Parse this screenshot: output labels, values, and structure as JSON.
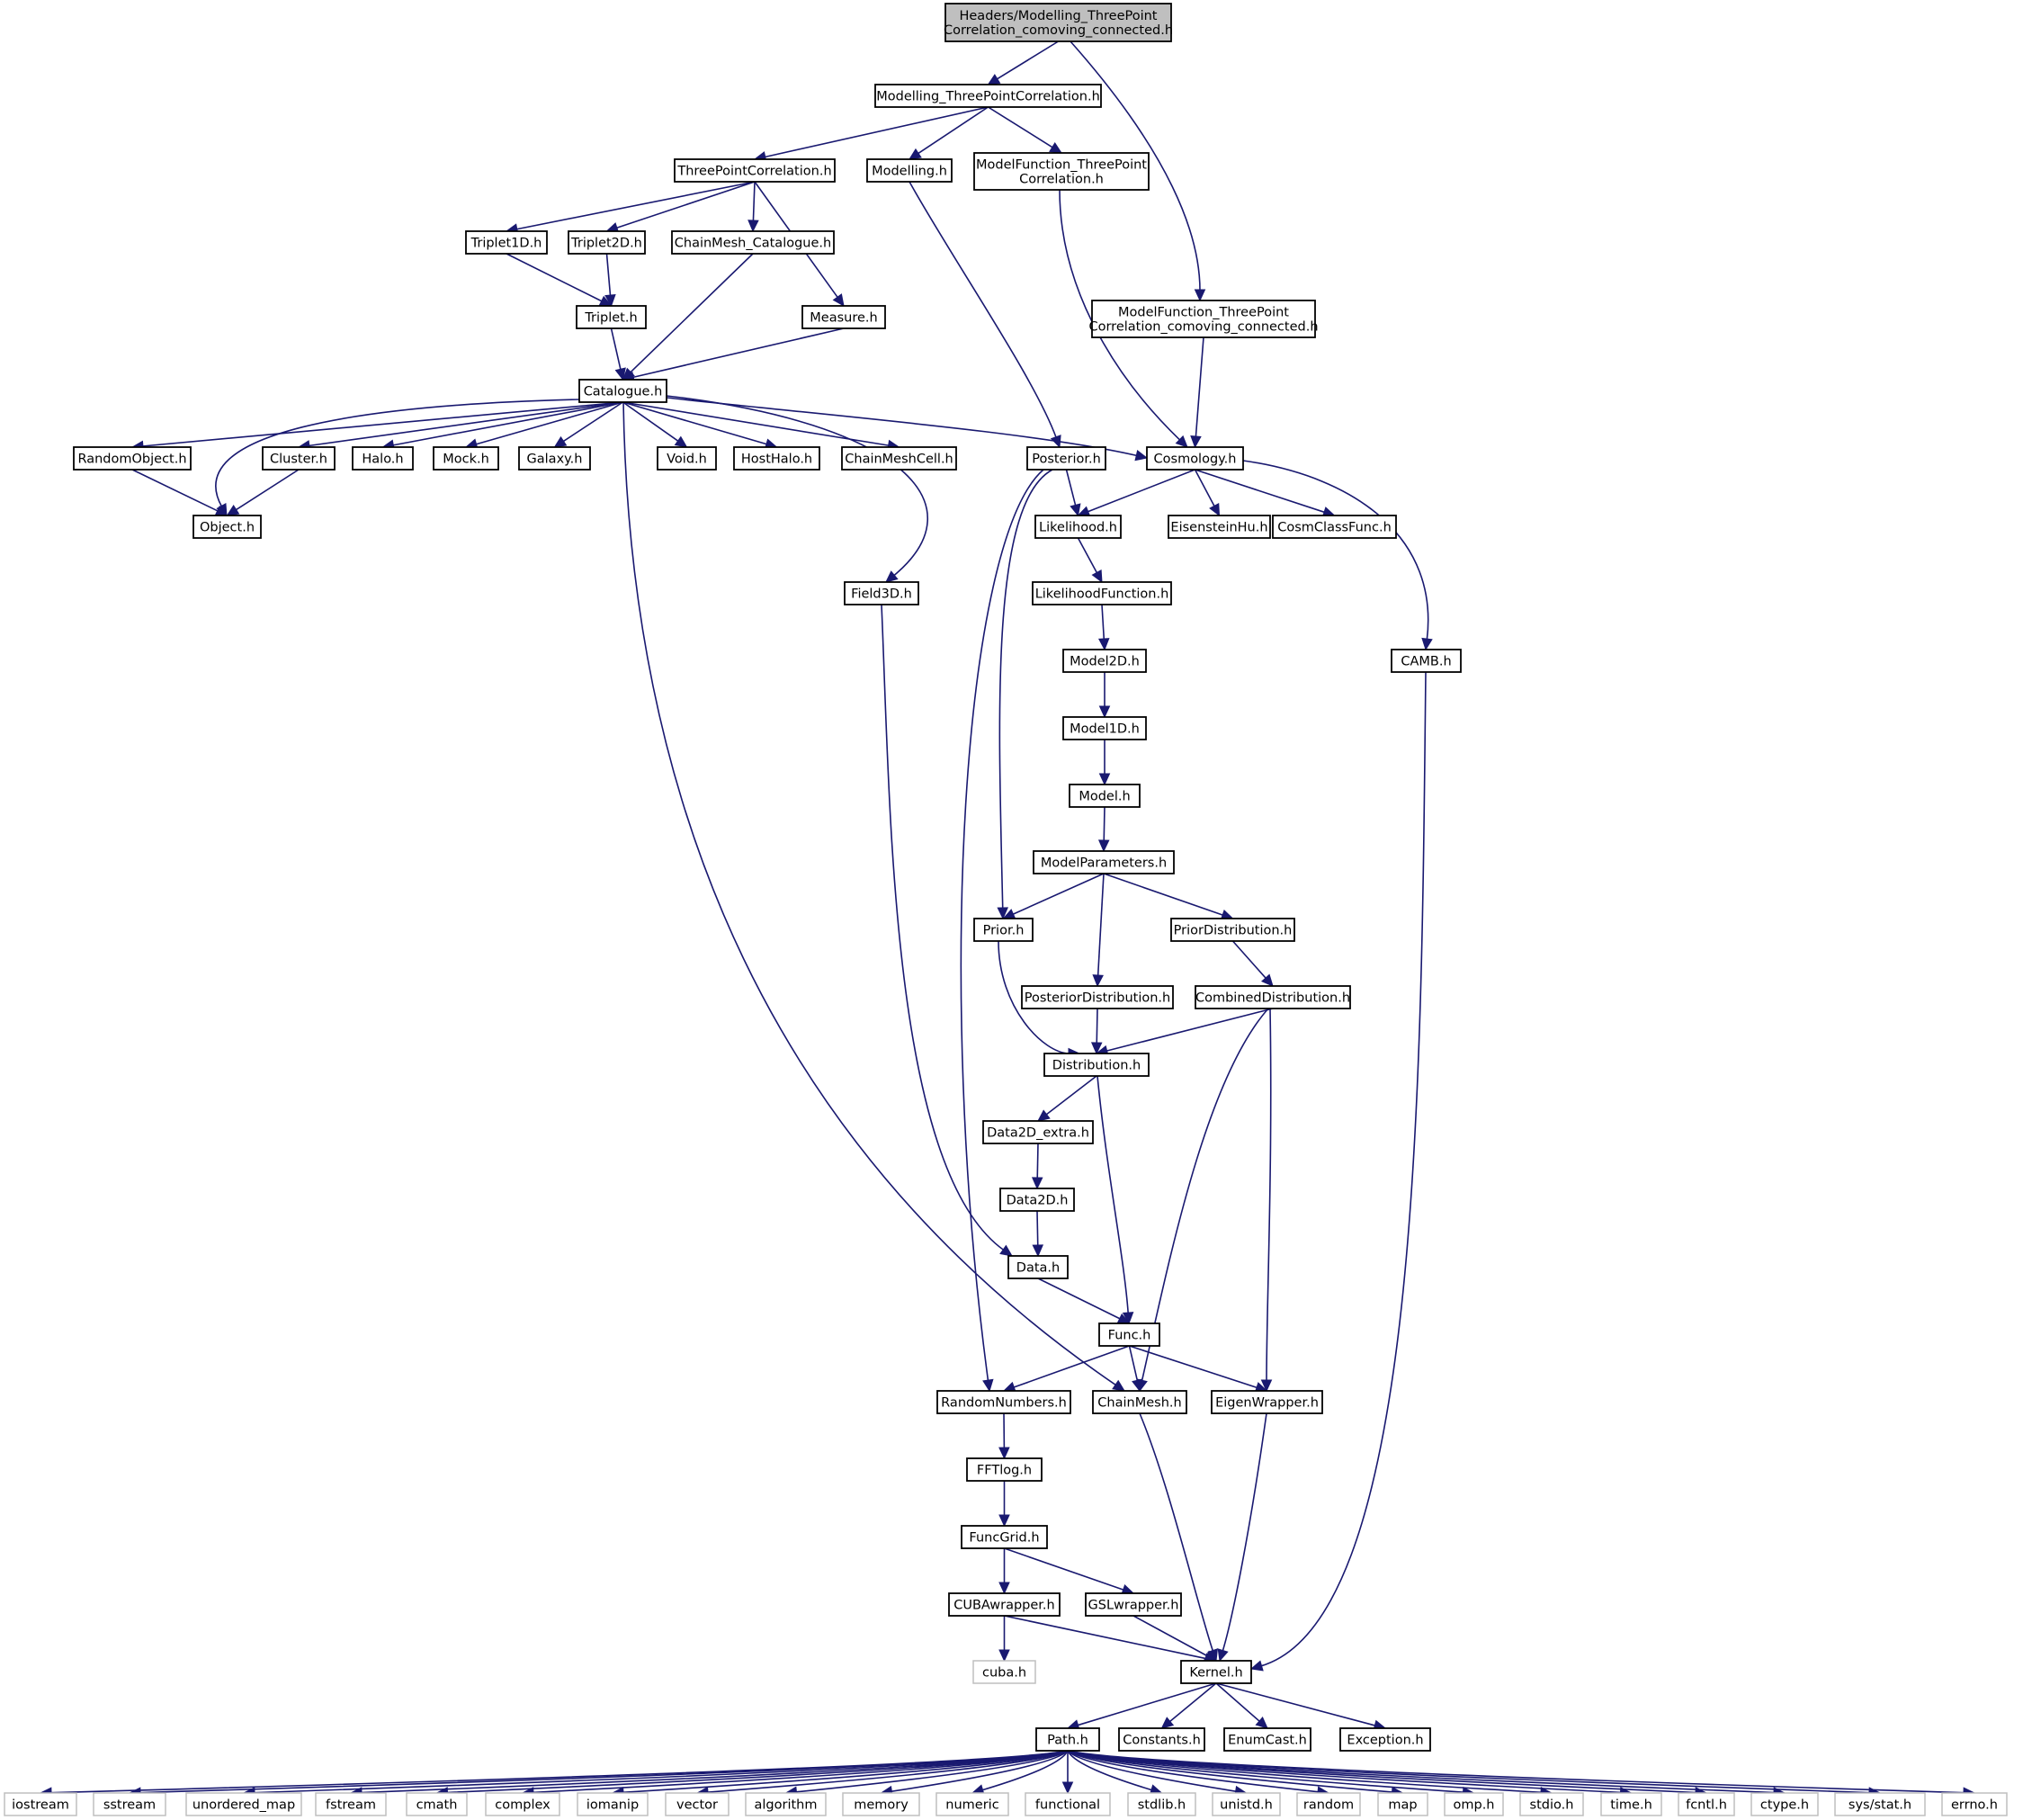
{
  "diagram": {
    "root": "Headers/Modelling_ThreePointCorrelation_comoving_connected.h",
    "nodes": [
      {
        "id": "root",
        "lines": [
          "Headers/Modelling_ThreePoint",
          "Correlation_comoving_connected.h"
        ],
        "kind": "root"
      },
      {
        "id": "m3pc",
        "lines": [
          "Modelling_ThreePointCorrelation.h"
        ]
      },
      {
        "id": "tpc",
        "lines": [
          "ThreePointCorrelation.h"
        ]
      },
      {
        "id": "modelling",
        "lines": [
          "Modelling.h"
        ]
      },
      {
        "id": "mf3pc",
        "lines": [
          "ModelFunction_ThreePoint",
          "Correlation.h"
        ]
      },
      {
        "id": "mf3pcc",
        "lines": [
          "ModelFunction_ThreePoint",
          "Correlation_comoving_connected.h"
        ]
      },
      {
        "id": "triplet1d",
        "lines": [
          "Triplet1D.h"
        ]
      },
      {
        "id": "triplet2d",
        "lines": [
          "Triplet2D.h"
        ]
      },
      {
        "id": "chainmeshcat",
        "lines": [
          "ChainMesh_Catalogue.h"
        ]
      },
      {
        "id": "triplet",
        "lines": [
          "Triplet.h"
        ]
      },
      {
        "id": "measure",
        "lines": [
          "Measure.h"
        ]
      },
      {
        "id": "catalogue",
        "lines": [
          "Catalogue.h"
        ]
      },
      {
        "id": "randomobject",
        "lines": [
          "RandomObject.h"
        ]
      },
      {
        "id": "cluster",
        "lines": [
          "Cluster.h"
        ]
      },
      {
        "id": "halo",
        "lines": [
          "Halo.h"
        ]
      },
      {
        "id": "mock",
        "lines": [
          "Mock.h"
        ]
      },
      {
        "id": "galaxy",
        "lines": [
          "Galaxy.h"
        ]
      },
      {
        "id": "void",
        "lines": [
          "Void.h"
        ]
      },
      {
        "id": "hosthalo",
        "lines": [
          "HostHalo.h"
        ]
      },
      {
        "id": "chainmeshcell",
        "lines": [
          "ChainMeshCell.h"
        ]
      },
      {
        "id": "posterior",
        "lines": [
          "Posterior.h"
        ]
      },
      {
        "id": "cosmology",
        "lines": [
          "Cosmology.h"
        ]
      },
      {
        "id": "object",
        "lines": [
          "Object.h"
        ]
      },
      {
        "id": "likelihood",
        "lines": [
          "Likelihood.h"
        ]
      },
      {
        "id": "eisensteinhu",
        "lines": [
          "EisensteinHu.h"
        ]
      },
      {
        "id": "cosmclassfunc",
        "lines": [
          "CosmClassFunc.h"
        ]
      },
      {
        "id": "field3d",
        "lines": [
          "Field3D.h"
        ]
      },
      {
        "id": "likelihoodfunction",
        "lines": [
          "LikelihoodFunction.h"
        ]
      },
      {
        "id": "model2d",
        "lines": [
          "Model2D.h"
        ]
      },
      {
        "id": "camb",
        "lines": [
          "CAMB.h"
        ]
      },
      {
        "id": "model1d",
        "lines": [
          "Model1D.h"
        ]
      },
      {
        "id": "model",
        "lines": [
          "Model.h"
        ]
      },
      {
        "id": "modelparameters",
        "lines": [
          "ModelParameters.h"
        ]
      },
      {
        "id": "prior",
        "lines": [
          "Prior.h"
        ]
      },
      {
        "id": "priordistribution",
        "lines": [
          "PriorDistribution.h"
        ]
      },
      {
        "id": "posteriordistribution",
        "lines": [
          "PosteriorDistribution.h"
        ]
      },
      {
        "id": "combineddistribution",
        "lines": [
          "CombinedDistribution.h"
        ]
      },
      {
        "id": "distribution",
        "lines": [
          "Distribution.h"
        ]
      },
      {
        "id": "data2dextra",
        "lines": [
          "Data2D_extra.h"
        ]
      },
      {
        "id": "data2d",
        "lines": [
          "Data2D.h"
        ]
      },
      {
        "id": "data",
        "lines": [
          "Data.h"
        ]
      },
      {
        "id": "func",
        "lines": [
          "Func.h"
        ]
      },
      {
        "id": "randomnumbers",
        "lines": [
          "RandomNumbers.h"
        ]
      },
      {
        "id": "chainmesh",
        "lines": [
          "ChainMesh.h"
        ]
      },
      {
        "id": "eigenwrapper",
        "lines": [
          "EigenWrapper.h"
        ]
      },
      {
        "id": "fftlog",
        "lines": [
          "FFTlog.h"
        ]
      },
      {
        "id": "funcgrid",
        "lines": [
          "FuncGrid.h"
        ]
      },
      {
        "id": "cubawrapper",
        "lines": [
          "CUBAwrapper.h"
        ]
      },
      {
        "id": "gslwrapper",
        "lines": [
          "GSLwrapper.h"
        ]
      },
      {
        "id": "cuba",
        "lines": [
          "cuba.h"
        ],
        "kind": "sys"
      },
      {
        "id": "kernel",
        "lines": [
          "Kernel.h"
        ]
      },
      {
        "id": "path",
        "lines": [
          "Path.h"
        ]
      },
      {
        "id": "constants",
        "lines": [
          "Constants.h"
        ]
      },
      {
        "id": "enumcast",
        "lines": [
          "EnumCast.h"
        ]
      },
      {
        "id": "exception",
        "lines": [
          "Exception.h"
        ]
      },
      {
        "id": "iostream",
        "lines": [
          "iostream"
        ],
        "kind": "sys"
      },
      {
        "id": "sstream",
        "lines": [
          "sstream"
        ],
        "kind": "sys"
      },
      {
        "id": "unordered_map",
        "lines": [
          "unordered_map"
        ],
        "kind": "sys"
      },
      {
        "id": "fstream",
        "lines": [
          "fstream"
        ],
        "kind": "sys"
      },
      {
        "id": "cmath",
        "lines": [
          "cmath"
        ],
        "kind": "sys"
      },
      {
        "id": "complex",
        "lines": [
          "complex"
        ],
        "kind": "sys"
      },
      {
        "id": "iomanip",
        "lines": [
          "iomanip"
        ],
        "kind": "sys"
      },
      {
        "id": "vector",
        "lines": [
          "vector"
        ],
        "kind": "sys"
      },
      {
        "id": "algorithm",
        "lines": [
          "algorithm"
        ],
        "kind": "sys"
      },
      {
        "id": "memory",
        "lines": [
          "memory"
        ],
        "kind": "sys"
      },
      {
        "id": "numeric",
        "lines": [
          "numeric"
        ],
        "kind": "sys"
      },
      {
        "id": "functional",
        "lines": [
          "functional"
        ],
        "kind": "sys"
      },
      {
        "id": "stdlib",
        "lines": [
          "stdlib.h"
        ],
        "kind": "sys"
      },
      {
        "id": "unistd",
        "lines": [
          "unistd.h"
        ],
        "kind": "sys"
      },
      {
        "id": "random",
        "lines": [
          "random"
        ],
        "kind": "sys"
      },
      {
        "id": "map",
        "lines": [
          "map"
        ],
        "kind": "sys"
      },
      {
        "id": "omp",
        "lines": [
          "omp.h"
        ],
        "kind": "sys"
      },
      {
        "id": "stdio",
        "lines": [
          "stdio.h"
        ],
        "kind": "sys"
      },
      {
        "id": "time",
        "lines": [
          "time.h"
        ],
        "kind": "sys"
      },
      {
        "id": "fcntl",
        "lines": [
          "fcntl.h"
        ],
        "kind": "sys"
      },
      {
        "id": "ctype",
        "lines": [
          "ctype.h"
        ],
        "kind": "sys"
      },
      {
        "id": "sysstat",
        "lines": [
          "sys/stat.h"
        ],
        "kind": "sys"
      },
      {
        "id": "errno",
        "lines": [
          "errno.h"
        ],
        "kind": "sys"
      }
    ],
    "edges": [
      [
        "root",
        "m3pc"
      ],
      [
        "root",
        "mf3pcc"
      ],
      [
        "m3pc",
        "tpc"
      ],
      [
        "m3pc",
        "modelling"
      ],
      [
        "m3pc",
        "mf3pc"
      ],
      [
        "tpc",
        "triplet1d"
      ],
      [
        "tpc",
        "triplet2d"
      ],
      [
        "tpc",
        "chainmeshcat"
      ],
      [
        "tpc",
        "measure"
      ],
      [
        "modelling",
        "posterior"
      ],
      [
        "mf3pc",
        "cosmology"
      ],
      [
        "mf3pcc",
        "cosmology"
      ],
      [
        "triplet1d",
        "triplet"
      ],
      [
        "triplet2d",
        "triplet"
      ],
      [
        "triplet",
        "catalogue"
      ],
      [
        "chainmeshcat",
        "catalogue"
      ],
      [
        "measure",
        "catalogue"
      ],
      [
        "catalogue",
        "randomobject"
      ],
      [
        "catalogue",
        "object"
      ],
      [
        "catalogue",
        "cluster"
      ],
      [
        "catalogue",
        "halo"
      ],
      [
        "catalogue",
        "mock"
      ],
      [
        "catalogue",
        "galaxy"
      ],
      [
        "catalogue",
        "void"
      ],
      [
        "catalogue",
        "hosthalo"
      ],
      [
        "catalogue",
        "chainmeshcell"
      ],
      [
        "catalogue",
        "cosmology"
      ],
      [
        "catalogue",
        "field3d"
      ],
      [
        "catalogue",
        "chainmesh"
      ],
      [
        "randomobject",
        "object"
      ],
      [
        "cluster",
        "object"
      ],
      [
        "posterior",
        "likelihood"
      ],
      [
        "posterior",
        "prior"
      ],
      [
        "posterior",
        "randomnumbers"
      ],
      [
        "cosmology",
        "likelihood"
      ],
      [
        "cosmology",
        "eisensteinhu"
      ],
      [
        "cosmology",
        "cosmclassfunc"
      ],
      [
        "cosmology",
        "camb"
      ],
      [
        "likelihood",
        "likelihoodfunction"
      ],
      [
        "likelihoodfunction",
        "model2d"
      ],
      [
        "model2d",
        "model1d"
      ],
      [
        "model1d",
        "model"
      ],
      [
        "model",
        "modelparameters"
      ],
      [
        "modelparameters",
        "prior"
      ],
      [
        "modelparameters",
        "posteriordistribution"
      ],
      [
        "modelparameters",
        "priordistribution"
      ],
      [
        "priordistribution",
        "combineddistribution"
      ],
      [
        "prior",
        "distribution"
      ],
      [
        "posteriordistribution",
        "distribution"
      ],
      [
        "combineddistribution",
        "distribution"
      ],
      [
        "combineddistribution",
        "chainmesh"
      ],
      [
        "combineddistribution",
        "eigenwrapper"
      ],
      [
        "distribution",
        "data2dextra"
      ],
      [
        "distribution",
        "func"
      ],
      [
        "data2dextra",
        "data2d"
      ],
      [
        "data2d",
        "data"
      ],
      [
        "field3d",
        "data"
      ],
      [
        "data",
        "func"
      ],
      [
        "func",
        "randomnumbers"
      ],
      [
        "func",
        "chainmesh"
      ],
      [
        "func",
        "eigenwrapper"
      ],
      [
        "randomnumbers",
        "fftlog"
      ],
      [
        "fftlog",
        "funcgrid"
      ],
      [
        "funcgrid",
        "cubawrapper"
      ],
      [
        "funcgrid",
        "gslwrapper"
      ],
      [
        "cubawrapper",
        "cuba"
      ],
      [
        "cubawrapper",
        "kernel"
      ],
      [
        "gslwrapper",
        "kernel"
      ],
      [
        "chainmesh",
        "kernel"
      ],
      [
        "eigenwrapper",
        "kernel"
      ],
      [
        "camb",
        "kernel"
      ],
      [
        "kernel",
        "path"
      ],
      [
        "kernel",
        "constants"
      ],
      [
        "kernel",
        "enumcast"
      ],
      [
        "kernel",
        "exception"
      ],
      [
        "path",
        "iostream"
      ],
      [
        "path",
        "sstream"
      ],
      [
        "path",
        "unordered_map"
      ],
      [
        "path",
        "fstream"
      ],
      [
        "path",
        "cmath"
      ],
      [
        "path",
        "complex"
      ],
      [
        "path",
        "iomanip"
      ],
      [
        "path",
        "vector"
      ],
      [
        "path",
        "algorithm"
      ],
      [
        "path",
        "memory"
      ],
      [
        "path",
        "numeric"
      ],
      [
        "path",
        "functional"
      ],
      [
        "path",
        "stdlib"
      ],
      [
        "path",
        "unistd"
      ],
      [
        "path",
        "random"
      ],
      [
        "path",
        "map"
      ],
      [
        "path",
        "omp"
      ],
      [
        "path",
        "stdio"
      ],
      [
        "path",
        "time"
      ],
      [
        "path",
        "fcntl"
      ],
      [
        "path",
        "ctype"
      ],
      [
        "path",
        "sysstat"
      ],
      [
        "path",
        "errno"
      ]
    ]
  }
}
